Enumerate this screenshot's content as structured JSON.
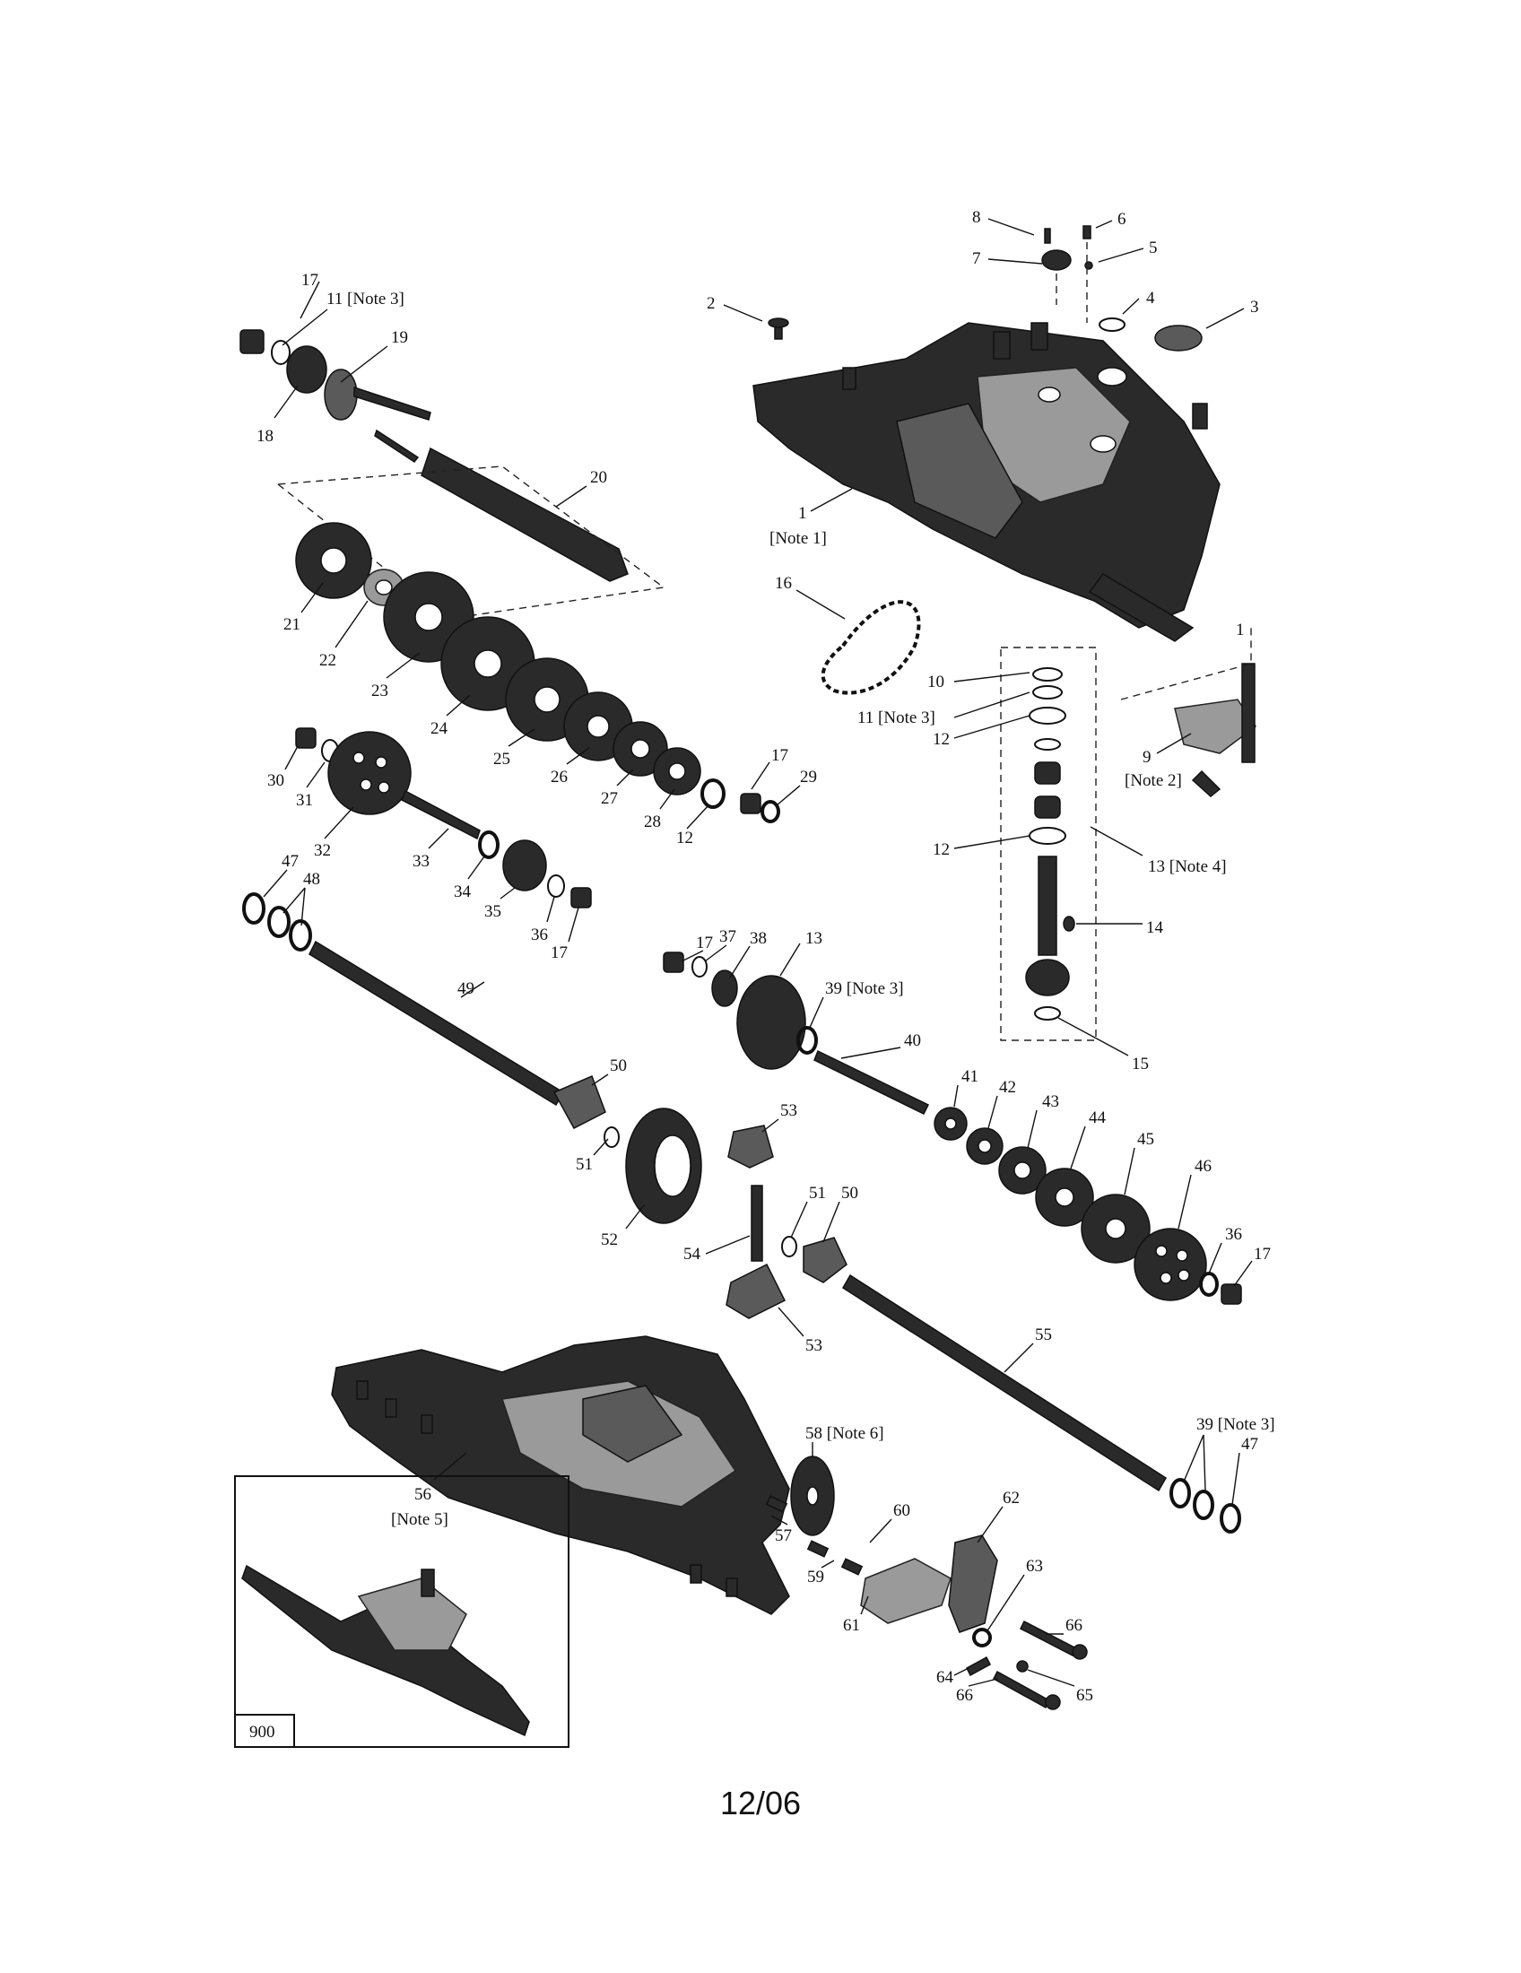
{
  "diagram": {
    "inset_box_label": "900",
    "labels": [
      {
        "id": "1",
        "text": "1"
      },
      {
        "id": "1-note",
        "text": "[Note 1]"
      },
      {
        "id": "1b",
        "text": "1"
      },
      {
        "id": "2",
        "text": "2"
      },
      {
        "id": "3",
        "text": "3"
      },
      {
        "id": "4",
        "text": "4"
      },
      {
        "id": "5",
        "text": "5"
      },
      {
        "id": "6",
        "text": "6"
      },
      {
        "id": "7",
        "text": "7"
      },
      {
        "id": "8",
        "text": "8"
      },
      {
        "id": "9",
        "text": "9"
      },
      {
        "id": "9-note",
        "text": "[Note 2]"
      },
      {
        "id": "10",
        "text": "10"
      },
      {
        "id": "11-right",
        "text": "11 [Note 3]"
      },
      {
        "id": "11-left",
        "text": "11 [Note 3]"
      },
      {
        "id": "12a",
        "text": "12"
      },
      {
        "id": "12b",
        "text": "12"
      },
      {
        "id": "12c",
        "text": "12"
      },
      {
        "id": "13-right",
        "text": "13 [Note 4]"
      },
      {
        "id": "13-mid",
        "text": "13"
      },
      {
        "id": "14",
        "text": "14"
      },
      {
        "id": "15",
        "text": "15"
      },
      {
        "id": "16",
        "text": "16"
      },
      {
        "id": "17a",
        "text": "17"
      },
      {
        "id": "17b",
        "text": "17"
      },
      {
        "id": "17c",
        "text": "17"
      },
      {
        "id": "17d",
        "text": "17"
      },
      {
        "id": "17e",
        "text": "17"
      },
      {
        "id": "18",
        "text": "18"
      },
      {
        "id": "19",
        "text": "19"
      },
      {
        "id": "20",
        "text": "20"
      },
      {
        "id": "21",
        "text": "21"
      },
      {
        "id": "22",
        "text": "22"
      },
      {
        "id": "23",
        "text": "23"
      },
      {
        "id": "24",
        "text": "24"
      },
      {
        "id": "25",
        "text": "25"
      },
      {
        "id": "26",
        "text": "26"
      },
      {
        "id": "27",
        "text": "27"
      },
      {
        "id": "28",
        "text": "28"
      },
      {
        "id": "29",
        "text": "29"
      },
      {
        "id": "30",
        "text": "30"
      },
      {
        "id": "31",
        "text": "31"
      },
      {
        "id": "32",
        "text": "32"
      },
      {
        "id": "33",
        "text": "33"
      },
      {
        "id": "34",
        "text": "34"
      },
      {
        "id": "35",
        "text": "35"
      },
      {
        "id": "36a",
        "text": "36"
      },
      {
        "id": "36b",
        "text": "36"
      },
      {
        "id": "37",
        "text": "37"
      },
      {
        "id": "38",
        "text": "38"
      },
      {
        "id": "39a",
        "text": "39 [Note 3]"
      },
      {
        "id": "39b",
        "text": "39 [Note 3]"
      },
      {
        "id": "40",
        "text": "40"
      },
      {
        "id": "41",
        "text": "41"
      },
      {
        "id": "42",
        "text": "42"
      },
      {
        "id": "43",
        "text": "43"
      },
      {
        "id": "44",
        "text": "44"
      },
      {
        "id": "45",
        "text": "45"
      },
      {
        "id": "46",
        "text": "46"
      },
      {
        "id": "47a",
        "text": "47"
      },
      {
        "id": "47b",
        "text": "47"
      },
      {
        "id": "48",
        "text": "48"
      },
      {
        "id": "49",
        "text": "49"
      },
      {
        "id": "50a",
        "text": "50"
      },
      {
        "id": "50b",
        "text": "50"
      },
      {
        "id": "51a",
        "text": "51"
      },
      {
        "id": "51b",
        "text": "51"
      },
      {
        "id": "52",
        "text": "52"
      },
      {
        "id": "53a",
        "text": "53"
      },
      {
        "id": "53b",
        "text": "53"
      },
      {
        "id": "54",
        "text": "54"
      },
      {
        "id": "55",
        "text": "55"
      },
      {
        "id": "56",
        "text": "56"
      },
      {
        "id": "56-note",
        "text": "[Note 5]"
      },
      {
        "id": "57",
        "text": "57"
      },
      {
        "id": "58",
        "text": "58 [Note 6]"
      },
      {
        "id": "59",
        "text": "59"
      },
      {
        "id": "60",
        "text": "60"
      },
      {
        "id": "61",
        "text": "61"
      },
      {
        "id": "62",
        "text": "62"
      },
      {
        "id": "63",
        "text": "63"
      },
      {
        "id": "64",
        "text": "64"
      },
      {
        "id": "65",
        "text": "65"
      },
      {
        "id": "66a",
        "text": "66"
      },
      {
        "id": "66b",
        "text": "66"
      }
    ]
  },
  "footer": {
    "date": "12/06"
  }
}
